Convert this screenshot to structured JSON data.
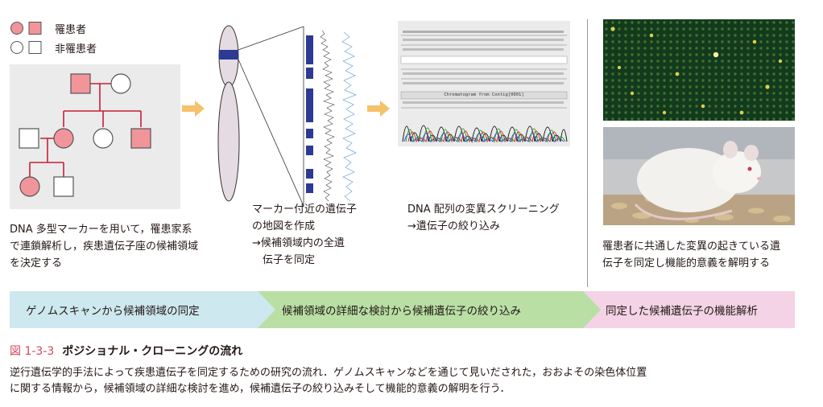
{
  "legend": {
    "affected_label": "罹患者",
    "unaffected_label": "非罹患者"
  },
  "step1": {
    "lines": [
      "DNA 多型マーカーを用いて，罹患家系",
      "で連鎖解析し，疾患遺伝子座の候補領域",
      "を決定する"
    ]
  },
  "step2": {
    "lines": [
      "マーカー付近の遺伝子",
      "の地図を作成",
      "→候補領域内の全遺",
      "伝子を同定"
    ]
  },
  "step3": {
    "lines": [
      "DNA 配列の変異スクリーニング",
      "→遺伝子の絞り込み"
    ],
    "trace_title": "Chromatogram from Contig[0001]"
  },
  "step4": {
    "lines": [
      "罹患者に共通した変異の起きている遺",
      "伝子を同定し機能的意義を解明する"
    ]
  },
  "phases": [
    {
      "label": "ゲノムスキャンから候補領域の同定",
      "color": "#cde8ef"
    },
    {
      "label": "候補領域の詳細な検討から候補遺伝子の絞り込み",
      "color": "#b9dfa5"
    },
    {
      "label": "同定した候補遺伝子の機能解析",
      "color": "#f3d3e5"
    }
  ],
  "caption": {
    "number": "図 1-3-3",
    "title": "ポジショナル・クローニングの流れ",
    "lines": [
      "逆行遺伝学的手法によって疾患遺伝子を同定するための研究の流れ．ゲノムスキャンなどを通じて見いだされた，おおよその染色体位置",
      "に関する情報から，候補領域の詳細な検討を進め，候補遺伝子の絞り込みそして機能的意義の解明を行う．"
    ]
  },
  "colors": {
    "affected": "#f1959b",
    "pedigree_line": "#c51f36",
    "arrow": "#f5c16b",
    "chromosome_fill": "#e4dce2",
    "marker_band": "#2c3a94"
  }
}
